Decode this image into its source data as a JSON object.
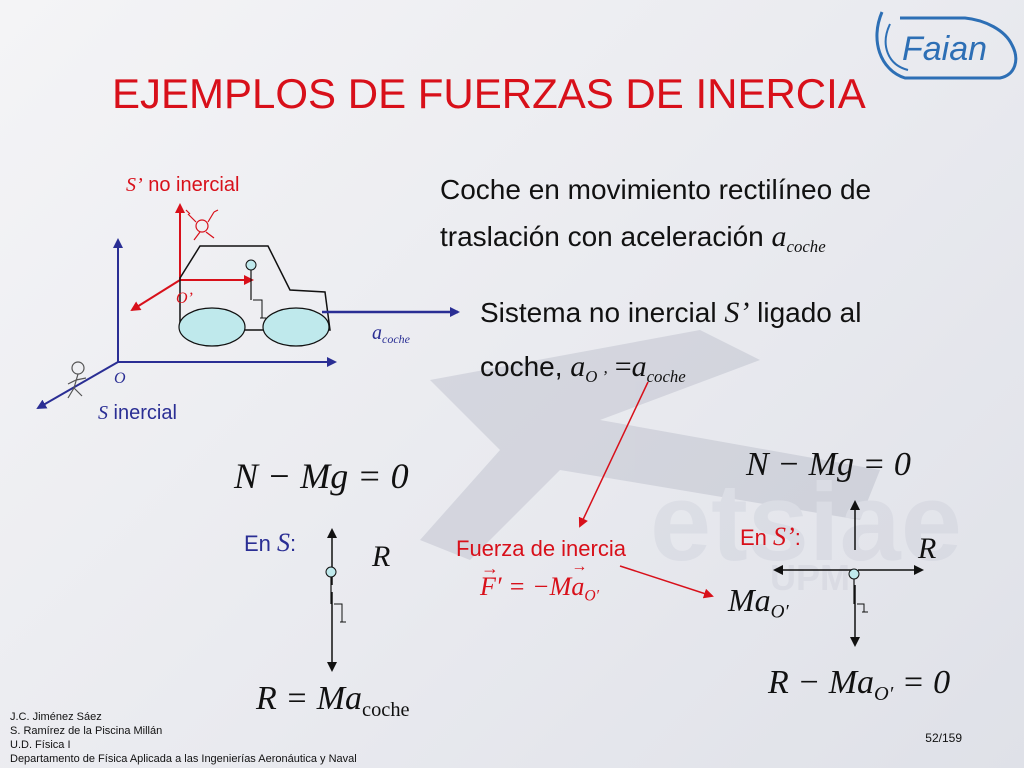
{
  "logo": {
    "text": "Faian"
  },
  "title": "EJEMPLOS DE FUERZAS DE INERCIA",
  "car_diagram": {
    "s_prime_symbol": "S’",
    "s_prime_label": " no inercial",
    "o_prime_label": "O’",
    "o_label": "O",
    "s_symbol": "S",
    "s_label": " inercial",
    "accel_symbol": "a",
    "accel_sub": "coche"
  },
  "description": {
    "line1": "Coche en movimiento rectilíneo de",
    "line2_text": "traslación con aceleración ",
    "line2_symbol": "a",
    "line2_sub": "coche"
  },
  "system": {
    "line1_text": "Sistema no inercial ",
    "line1_symbol": "S’",
    "line1_tail": " ligado al",
    "line2_text": "coche, ",
    "line2_a": "a",
    "line2_sub_o": "O ’",
    "line2_eq": " =",
    "line2_a2": "a",
    "line2_sub_coche": "coche"
  },
  "inertial_frame": {
    "equation_top": "N − Mg = 0",
    "label_prefix": "En ",
    "label_symbol": "S",
    "label_suffix": ":",
    "force_r": "R",
    "equation_bottom_left": "R = Ma",
    "equation_bottom_sub": "coche"
  },
  "inertia_force": {
    "label": "Fuerza de inercia",
    "eq_f": "F′",
    "eq_mid": " = −M",
    "eq_a": "a",
    "eq_sub": "O′"
  },
  "noninertial_frame": {
    "equation_top": "N − Mg = 0",
    "label_prefix": "En ",
    "label_symbol": "S’",
    "label_suffix": ":",
    "force_r": "R",
    "force_ma": "Ma",
    "force_ma_sub": "O′",
    "equation_bottom": "R − Ma",
    "equation_bottom_sub": "O′",
    "equation_bottom_tail": " = 0"
  },
  "footer": {
    "line1": "J.C. Jiménez Sáez",
    "line2": "S. Ramírez de la Piscina Millán",
    "line3": "U.D. Física I",
    "line4": "Departamento de Física Aplicada a las Ingenierías Aeronáutica y Naval"
  },
  "page_number": "52/159",
  "colors": {
    "title_red": "#d8101a",
    "axis_blue": "#2a2e94",
    "wheel_fill": "#bfe9ec",
    "logo_blue": "#2d6fb5"
  }
}
